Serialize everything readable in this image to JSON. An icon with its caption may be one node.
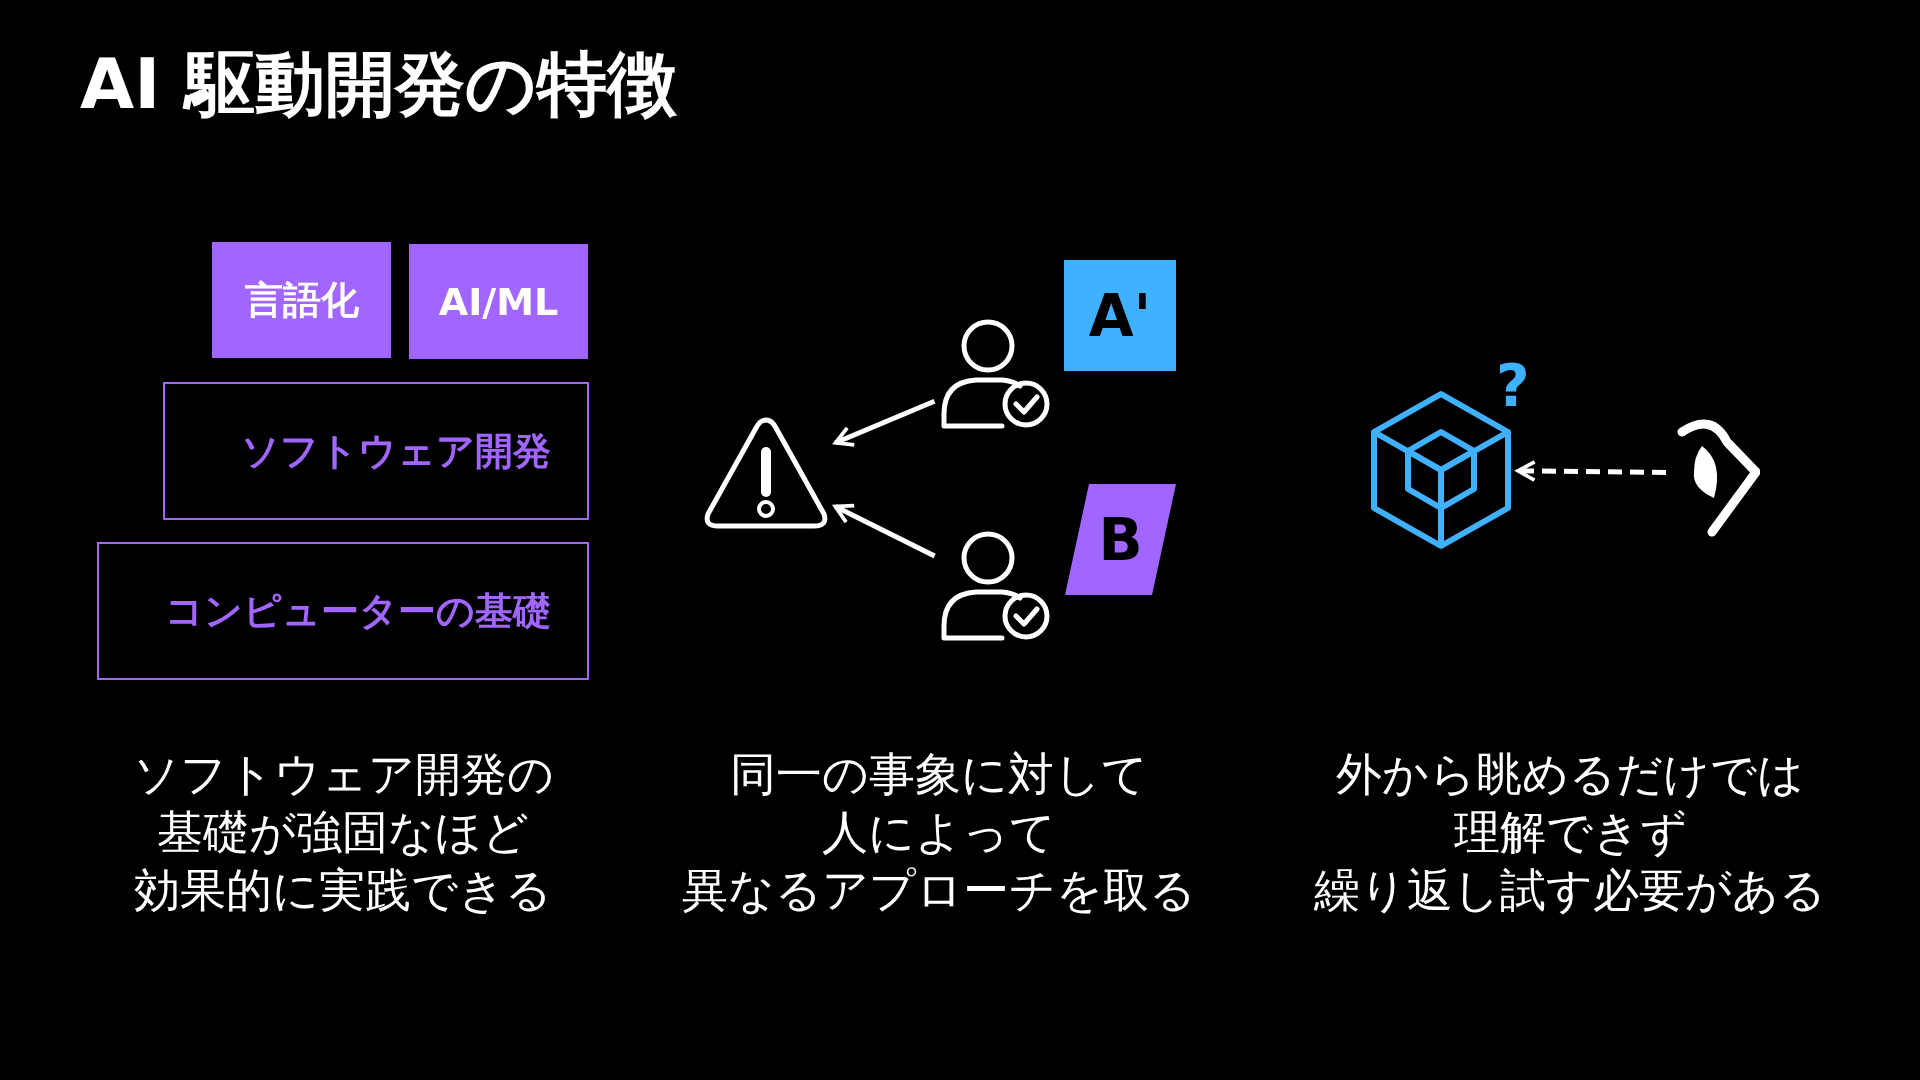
{
  "diagram": {
    "title": "AI 駆動開発の特徴",
    "nodes": [
      {
        "text": [
          "言語化"
        ]
      },
      {
        "text": [
          "AI/ML"
        ]
      },
      {
        "text": [
          "ソフトウェア開発"
        ]
      },
      {
        "text": [
          "コンピューターの基礎"
        ]
      },
      {
        "text": [],
        "shape": "triangle"
      },
      {
        "text": [],
        "shape": "person"
      },
      {
        "text": [
          "A'"
        ]
      },
      {
        "text": [],
        "shape": "person"
      },
      {
        "text": [
          "B"
        ]
      },
      {
        "text": [],
        "shape": "cube"
      },
      {
        "text": [],
        "shape": "eye"
      }
    ],
    "edges": [
      {
        "from": 5,
        "to": 4,
        "arrow": "to"
      },
      {
        "from": 7,
        "to": 4,
        "arrow": "to"
      },
      {
        "from": 10,
        "to": 9,
        "arrow": "to",
        "style": "dashed"
      }
    ],
    "labels": [
      "?",
      "ソフトウェア開発の基礎が強固なほど効果的に実践できる",
      "同一の事象に対して人によって異なるアプローチを取る",
      "外から眺めるだけでは理解できず繰り返し試す必要がある"
    ]
  }
}
